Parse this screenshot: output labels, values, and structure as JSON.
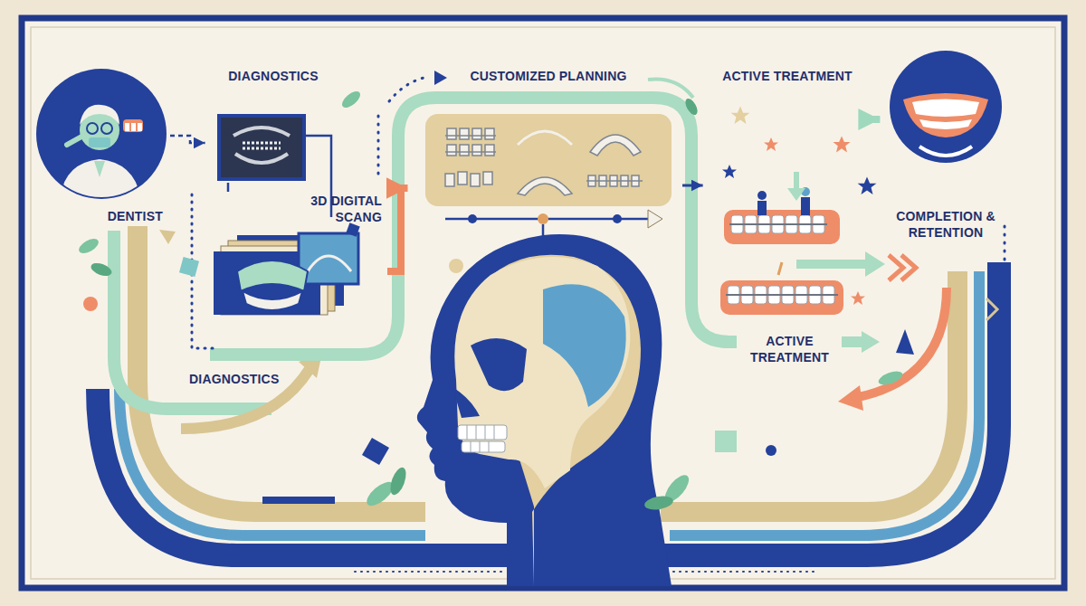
{
  "diagram": {
    "nodes": [
      {
        "text": [
          "DENTIST"
        ]
      },
      {
        "text": [
          "DIAGNOSTICS"
        ]
      },
      {
        "text": [
          "3D DIGITAL SCANG"
        ]
      },
      {
        "text": [
          "CUSTOMIZED PLANNING"
        ]
      },
      {
        "text": [
          "ACTIVE TREATMENT"
        ]
      },
      {
        "text": [
          "COMPLETION & RETENTION"
        ]
      }
    ],
    "edges": [
      {
        "from": 0,
        "to": 1,
        "arrow": "to"
      },
      {
        "from": 1,
        "to": 2,
        "arrow": "none"
      },
      {
        "from": 2,
        "to": 3,
        "arrow": "to"
      },
      {
        "from": 3,
        "to": 4,
        "arrow": "to"
      },
      {
        "from": 4,
        "to": 5,
        "arrow": "to"
      }
    ],
    "labels": [
      "DIAGNOSTICS",
      "ACTIVE TREATMENT"
    ]
  }
}
